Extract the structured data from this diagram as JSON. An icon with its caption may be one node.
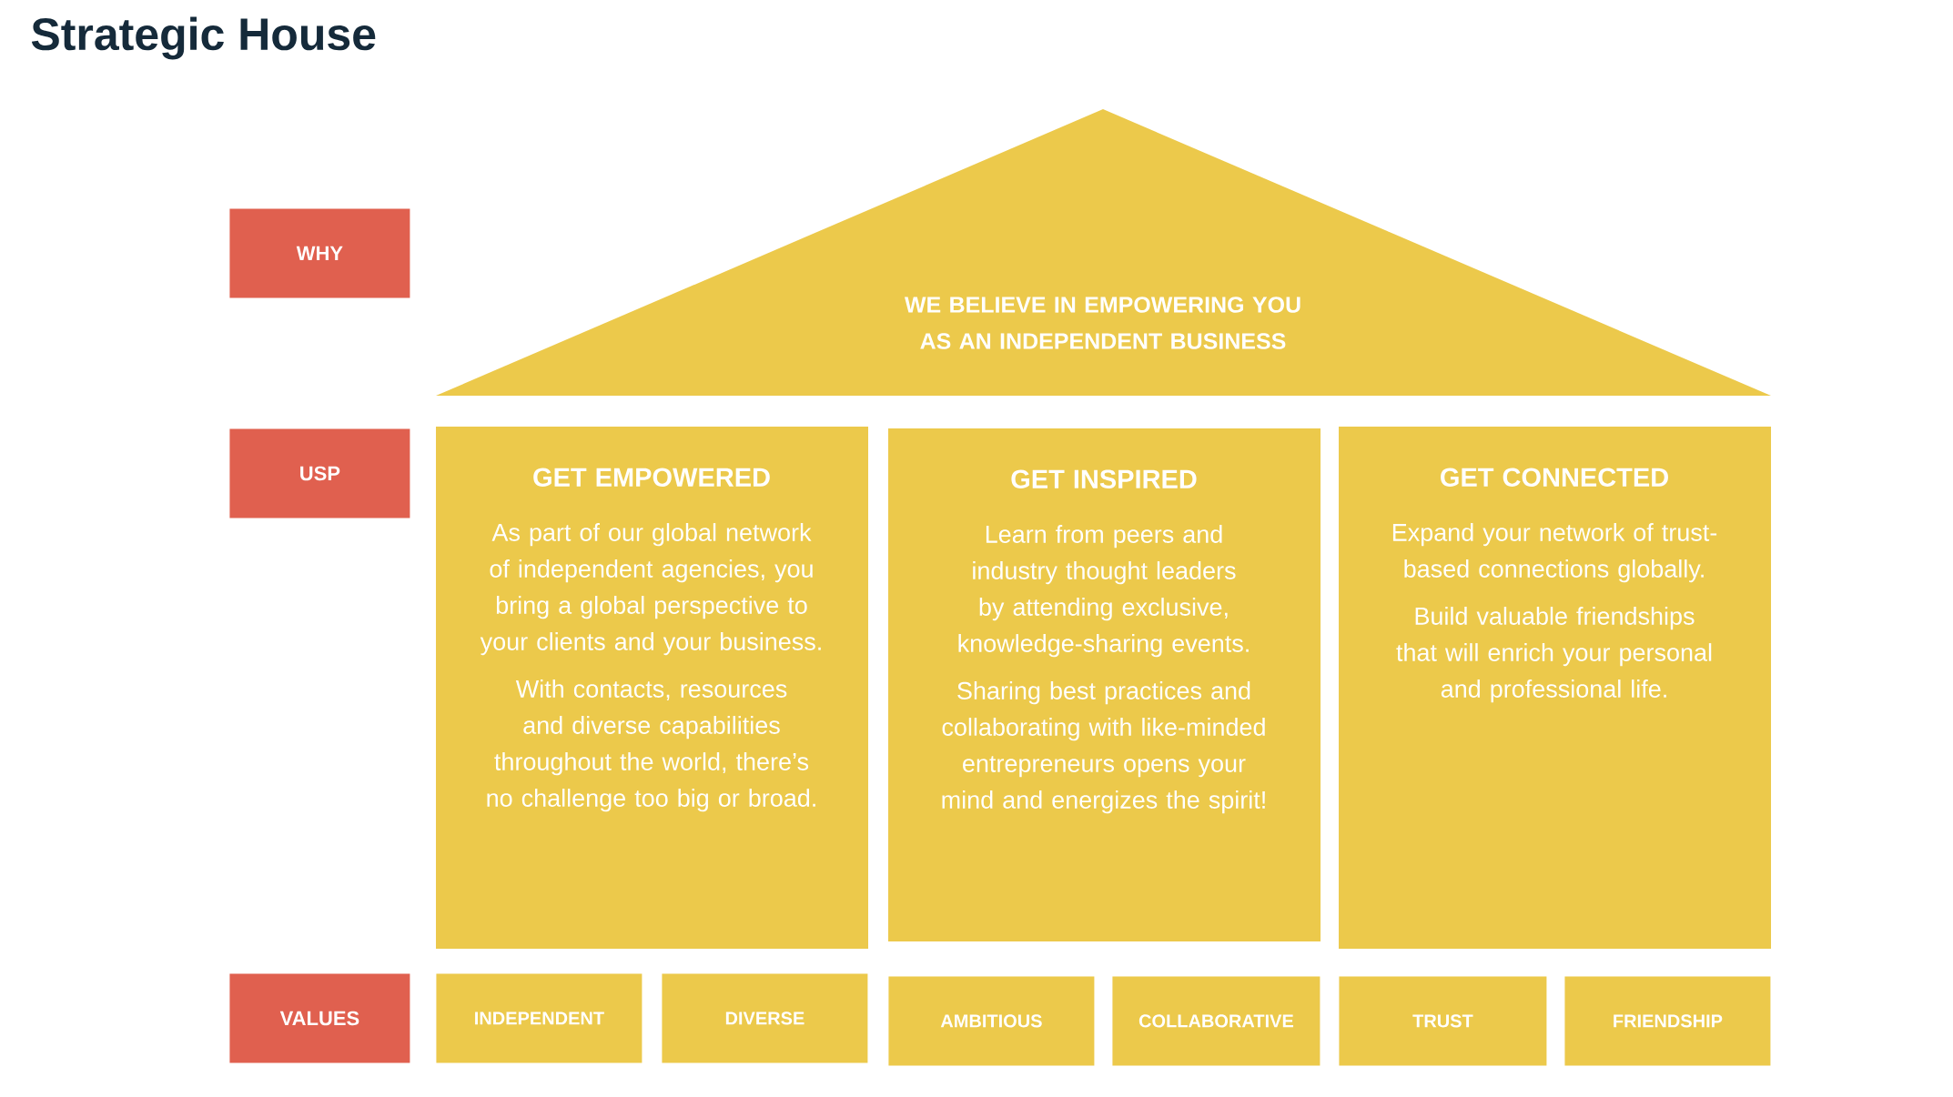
{
  "diagram": {
    "title": "Strategic House",
    "nodes": [
      {
        "text": [
          "WHY"
        ]
      },
      {
        "text": [
          "WE BELIEVE IN EMPOWERING YOU AS AN INDEPENDENT BUSINESS"
        ]
      },
      {
        "text": [
          "USP"
        ]
      },
      {
        "text": [
          "GET EMPOWERED",
          "As part of our global network of independent agencies, you bring a global perspective to your clients and your business.",
          "With contacts, resources and diverse capabilities throughout the world, there’s no challenge too big or broad."
        ]
      },
      {
        "text": [
          "GET INSPIRED",
          "Learn from peers and industry thought leaders by attending exclusive, knowledge-sharing events.",
          "Sharing best practices and collaborating with like-minded entrepreneurs opens your mind and energizes the spirit!"
        ]
      },
      {
        "text": [
          "GET CONNECTED",
          "Expand your network of trust-based connections globally.",
          "Build valuable friendships that will enrich your personal and professional life."
        ]
      },
      {
        "text": [
          "VALUES"
        ]
      },
      {
        "text": [
          "INDEPENDENT"
        ]
      },
      {
        "text": [
          "DIVERSE"
        ]
      },
      {
        "text": [
          "AMBITIOUS"
        ]
      },
      {
        "text": [
          "COLLABORATIVE"
        ]
      },
      {
        "text": [
          "TRUST"
        ]
      },
      {
        "text": [
          "FRIENDSHIP"
        ]
      }
    ]
  }
}
